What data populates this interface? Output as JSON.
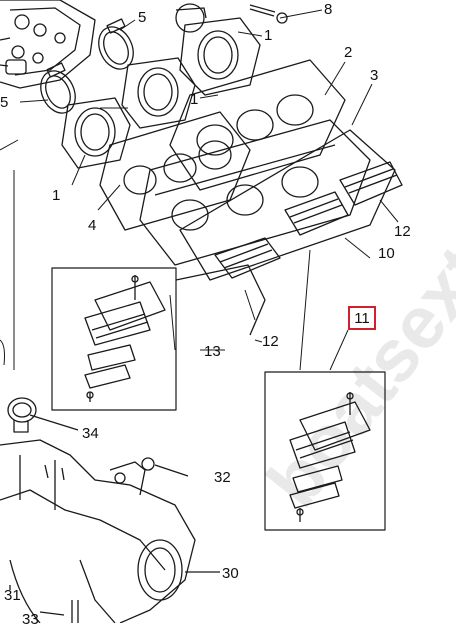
{
  "watermark": "boatsextreme",
  "highlight": {
    "part": "11",
    "border_color": "#d0202a"
  },
  "callouts": {
    "c1a": "1",
    "c1b": "1",
    "c1c": "1",
    "c2": "2",
    "c3": "3",
    "c4": "4",
    "c5a": "5",
    "c5b": "5",
    "c8": "8",
    "c10": "10",
    "c12a": "12",
    "c12b": "12",
    "c13": "13",
    "c30": "30",
    "c31": "31",
    "c32": "32",
    "c33": "33",
    "c34": "34"
  }
}
